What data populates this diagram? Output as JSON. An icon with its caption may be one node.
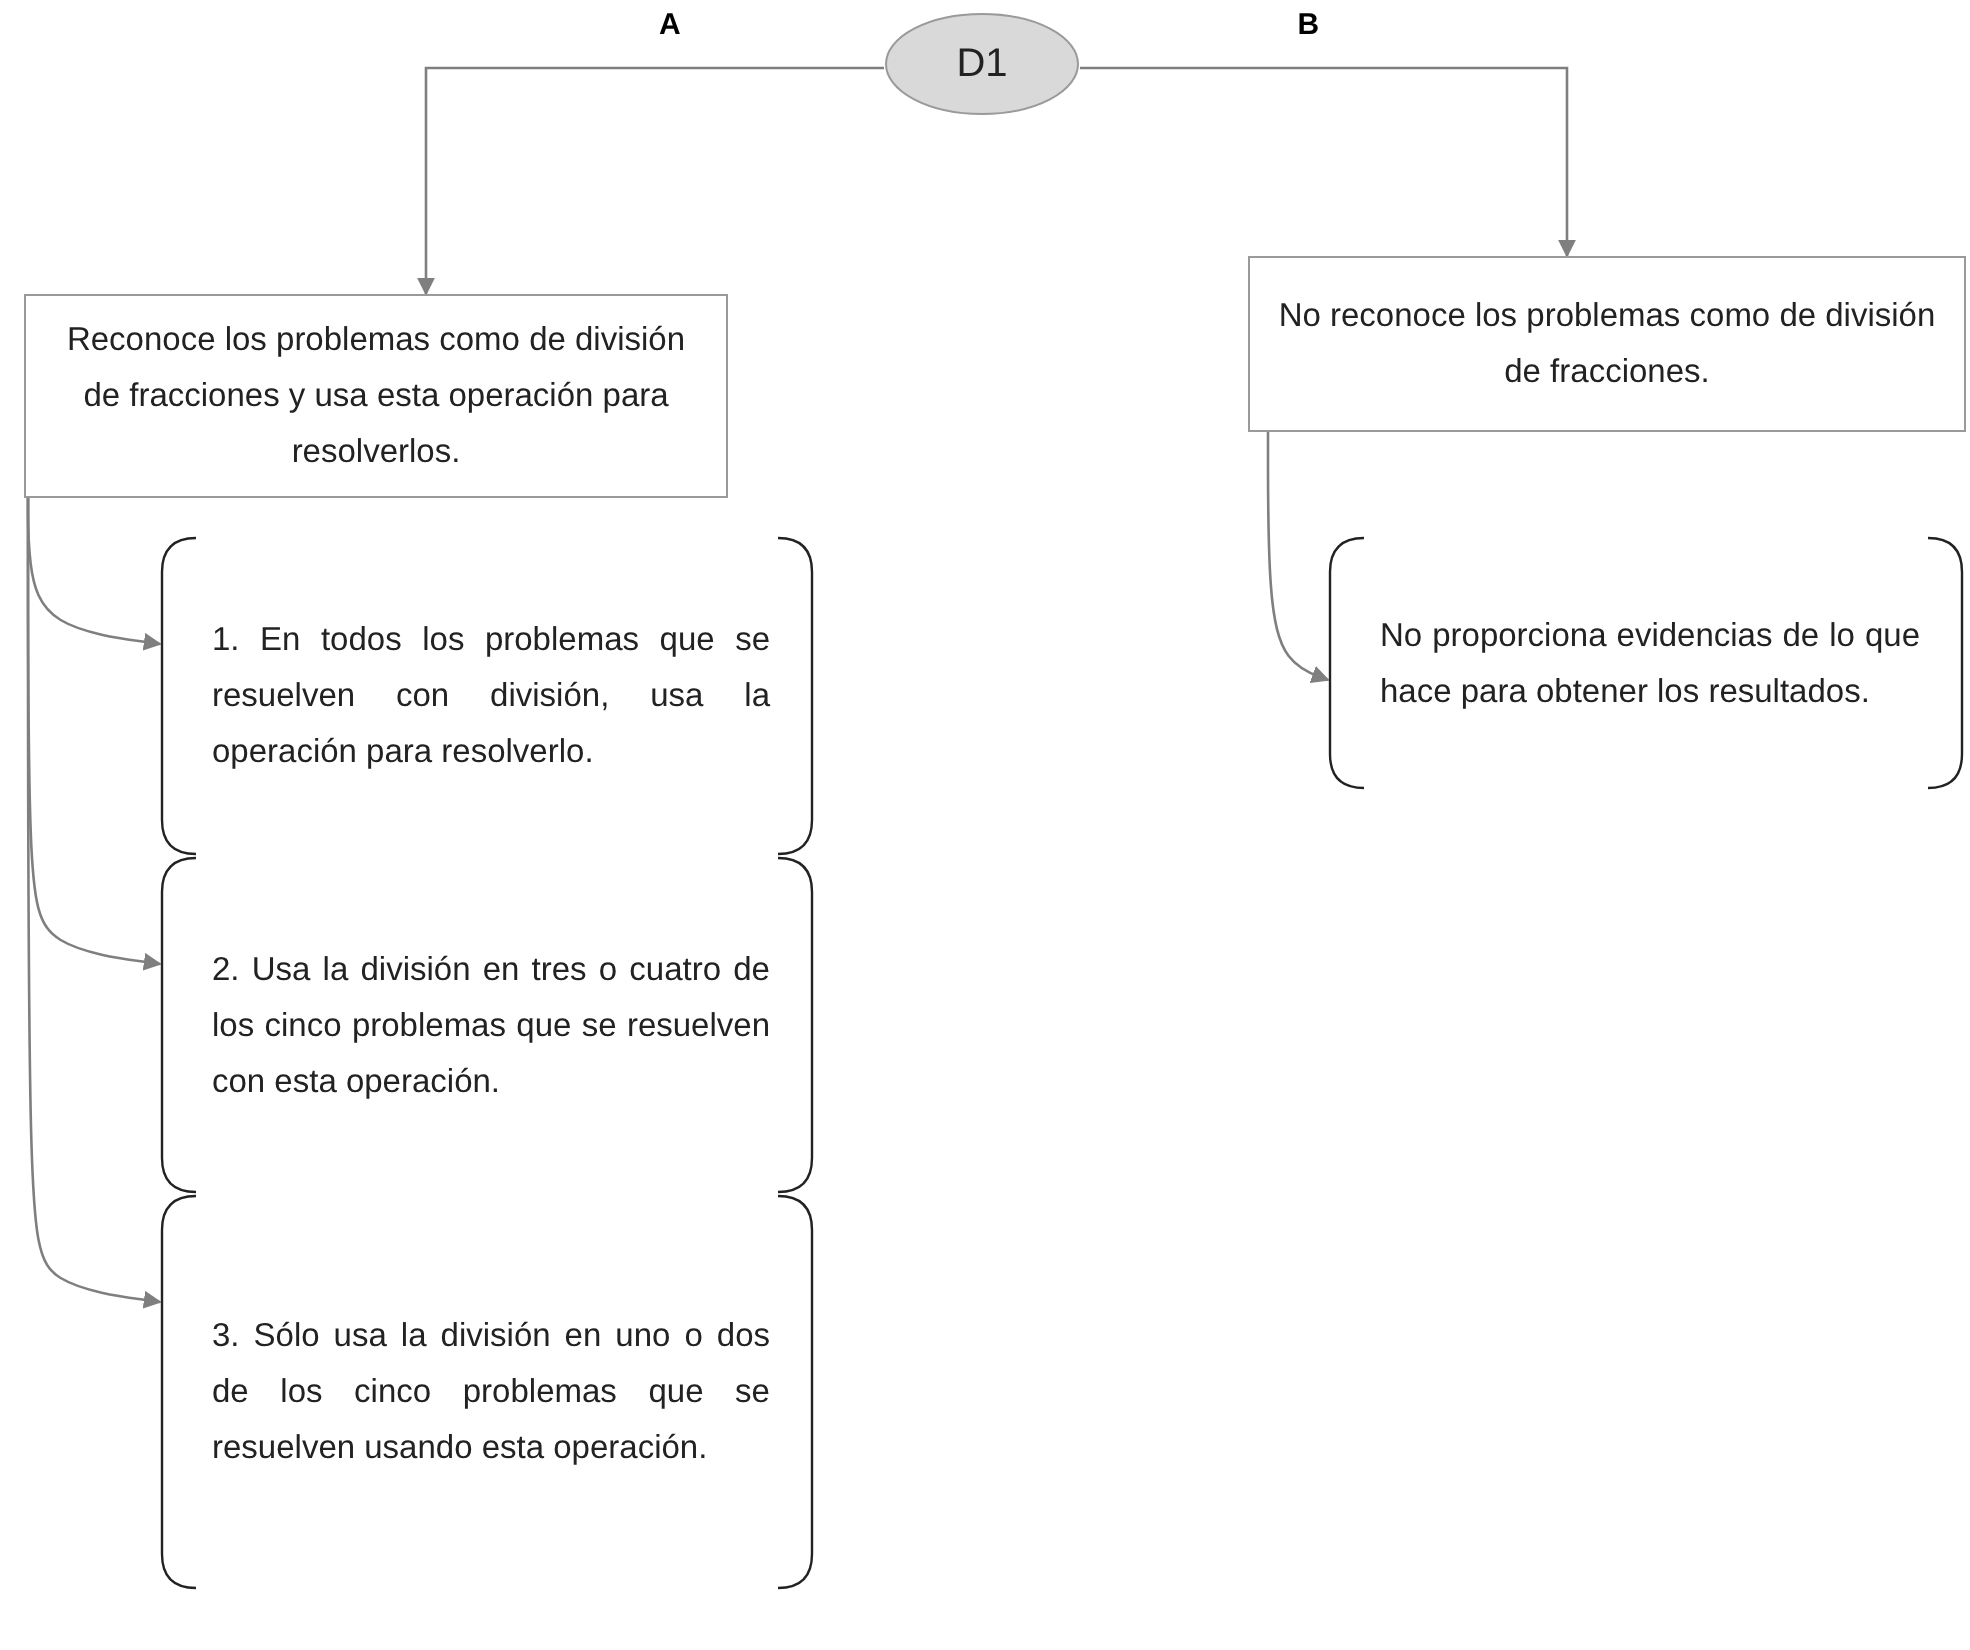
{
  "diagram": {
    "nodes": [
      {
        "text": [
          "D1"
        ]
      },
      {
        "text": [
          "Reconoce los problemas como de división de fracciones y usa esta operación para resolverlos."
        ]
      },
      {
        "text": [
          "No reconoce los problemas como de división de fracciones."
        ]
      },
      {
        "text": [
          "1. En todos los problemas que se resuelven con división, usa la operación para resolverlo."
        ]
      },
      {
        "text": [
          "2. Usa la división en tres o cuatro de los cinco problemas que se resuelven con esta operación."
        ]
      },
      {
        "text": [
          "3. Sólo usa la división en uno o dos de los cinco problemas que se resuelven usando esta operación."
        ]
      },
      {
        "text": [
          "No proporciona evidencias de lo que hace para obtener los resultados."
        ]
      }
    ],
    "edges": [
      {
        "from": 0,
        "to": 1,
        "arrow": "to",
        "label": "A"
      },
      {
        "from": 0,
        "to": 2,
        "arrow": "to",
        "label": "B"
      },
      {
        "from": 1,
        "to": 3,
        "arrow": "to"
      },
      {
        "from": 1,
        "to": 4,
        "arrow": "to"
      },
      {
        "from": 1,
        "to": 5,
        "arrow": "to"
      },
      {
        "from": 2,
        "to": 6,
        "arrow": "to"
      }
    ]
  }
}
